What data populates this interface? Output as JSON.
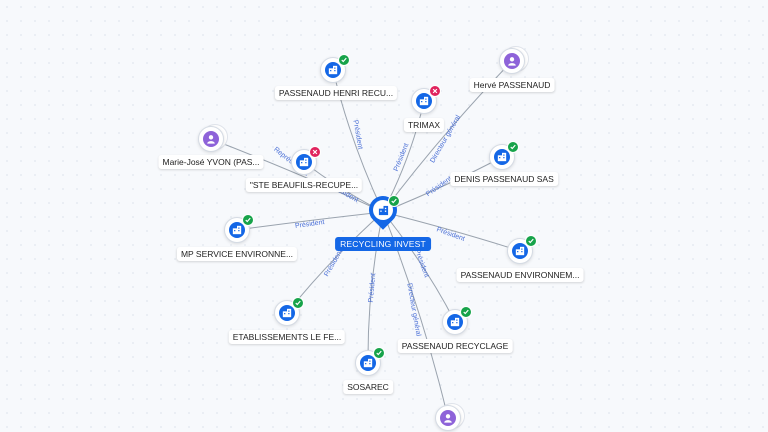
{
  "colors": {
    "company": "#1467e6",
    "person": "#8e63d9",
    "active": "#17a34a",
    "closed": "#e0245e",
    "edge_label": "#4a6fd6"
  },
  "center": {
    "label": "RECYCLING INVEST",
    "icon": "building-icon",
    "status": "active"
  },
  "nodes": [
    {
      "id": "henri",
      "label": "PASSENAUD HENRI RECU...",
      "type": "company",
      "status": "active"
    },
    {
      "id": "trimax",
      "label": "TRIMAX",
      "type": "company",
      "status": "closed"
    },
    {
      "id": "herve",
      "label": "Hervé PASSENAUD",
      "type": "person"
    },
    {
      "id": "marie",
      "label": "Marie-José YVON (PAS...",
      "type": "person"
    },
    {
      "id": "beaufils",
      "label": "\"STE BEAUFILS-RECUPE...",
      "type": "company",
      "status": "closed"
    },
    {
      "id": "denis",
      "label": "DENIS PASSENAUD SAS",
      "type": "company",
      "status": "active"
    },
    {
      "id": "mpservice",
      "label": "MP SERVICE ENVIRONNE...",
      "type": "company",
      "status": "active"
    },
    {
      "id": "environnem",
      "label": "PASSENAUD ENVIRONNEM...",
      "type": "company",
      "status": "active"
    },
    {
      "id": "etabl",
      "label": "ETABLISSEMENTS LE FE...",
      "type": "company",
      "status": "active"
    },
    {
      "id": "recyclage",
      "label": "PASSENAUD RECYCLAGE",
      "type": "company",
      "status": "active"
    },
    {
      "id": "sosarec",
      "label": "SOSAREC",
      "type": "company",
      "status": "active"
    },
    {
      "id": "person_bottom",
      "label": "",
      "type": "person"
    }
  ],
  "edges": [
    {
      "to": "henri",
      "label": "Président"
    },
    {
      "to": "trimax",
      "label": "Président"
    },
    {
      "to": "herve",
      "label": "Directeur général"
    },
    {
      "to": "marie",
      "label": "Représentant"
    },
    {
      "to": "beaufils",
      "label": "Président"
    },
    {
      "to": "denis",
      "label": "Président"
    },
    {
      "to": "mpservice",
      "label": "Président"
    },
    {
      "to": "environnem",
      "label": "Président"
    },
    {
      "to": "etabl",
      "label": "Président"
    },
    {
      "to": "recyclage",
      "label": "Président"
    },
    {
      "to": "sosarec",
      "label": "Président"
    },
    {
      "to": "person_bottom",
      "label": "Directeur général"
    }
  ]
}
